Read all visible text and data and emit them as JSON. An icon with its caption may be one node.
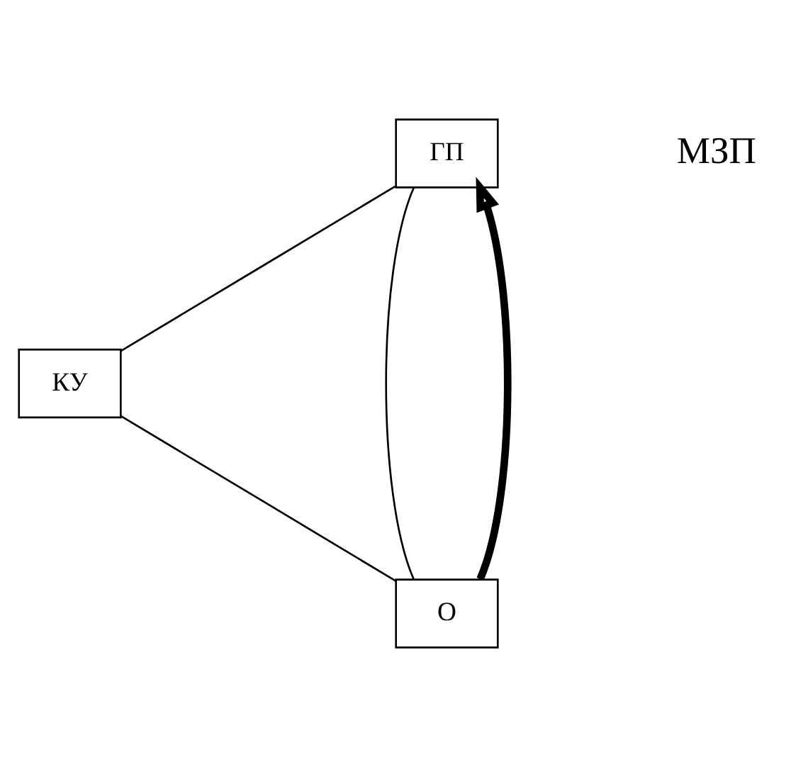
{
  "diagram": {
    "nodes": [
      {
        "text": [
          "ГП"
        ]
      },
      {
        "text": [
          "О"
        ]
      },
      {
        "text": [
          "КУ"
        ]
      }
    ],
    "edges": [
      {
        "from": 0,
        "to": 2,
        "arrow": "none"
      },
      {
        "from": 2,
        "to": 1,
        "arrow": "none"
      },
      {
        "from": 1,
        "to": 0,
        "arrow": "none"
      },
      {
        "from": 1,
        "to": 0,
        "arrow": "to",
        "style": "thick"
      }
    ],
    "labels": [
      "МЗП"
    ]
  }
}
